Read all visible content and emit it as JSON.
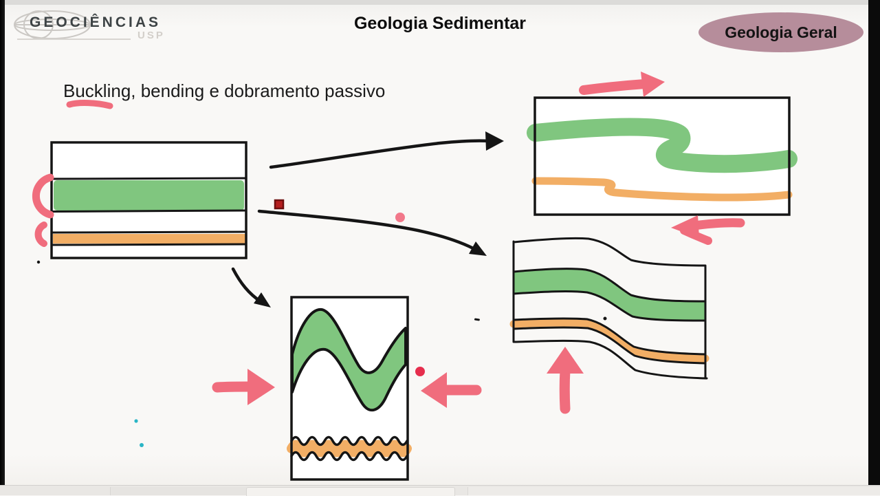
{
  "header": {
    "logo_text": "GEOCIÊNCIAS",
    "logo_subtext": "USP",
    "title": "Geologia Sedimentar",
    "badge_label": "Geologia Geral"
  },
  "slide": {
    "heading": "Buckling, bending e dobramento passivo"
  },
  "colors": {
    "layer_green": "#80c67f",
    "layer_orange": "#f2ae65",
    "pink": "#f06d7d",
    "pink_light": "#f2788a",
    "ink": "#151515",
    "badge_fill": "#b68d9b",
    "red_dot": "#e62e4d",
    "dark_red_square": "#b51f1f",
    "dark_red_square_border": "#6e0f0f",
    "teal_dot": "#2ab5c5",
    "marker_red": "#d93a2b",
    "white": "#ffffff"
  }
}
